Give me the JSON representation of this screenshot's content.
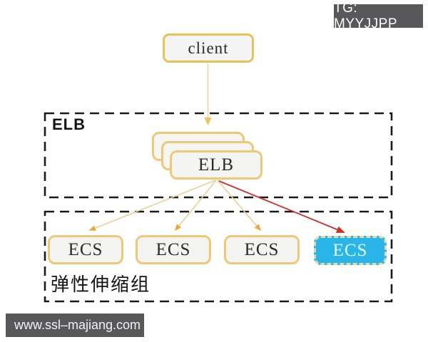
{
  "badge": {
    "label": "TG: MYYJJPP"
  },
  "diagram": {
    "client": {
      "label": "client"
    },
    "elb_group": {
      "title": "ELB",
      "stack_label": "ELB",
      "stack_count": 3
    },
    "scaling_group": {
      "title": "弹性伸缩组",
      "ecs_nodes": [
        {
          "label": "ECS",
          "highlighted": false
        },
        {
          "label": "ECS",
          "highlighted": false
        },
        {
          "label": "ECS",
          "highlighted": false
        },
        {
          "label": "ECS",
          "highlighted": true
        }
      ]
    },
    "arrows": {
      "client_to_elb": "yellow",
      "elb_to_ecs_normal": "yellow",
      "elb_to_highlighted_ecs": "red"
    }
  },
  "watermark": {
    "label": "www.ssl–majiang.com"
  },
  "colors": {
    "node_border": "#e9c255",
    "node_fill": "#f4f4f2",
    "container_dash": "#1a1a1a",
    "highlight_fill": "#29b5e8",
    "highlight_border": "#e3d9a6",
    "highlight_text": "#e6fbff",
    "arrow_yellow_line": "#e8d195",
    "arrowhead_orange": "#e7a83d",
    "arrow_red": "#c8302c",
    "badge_bg": "#58585a",
    "watermark_bg": "#58585a"
  }
}
